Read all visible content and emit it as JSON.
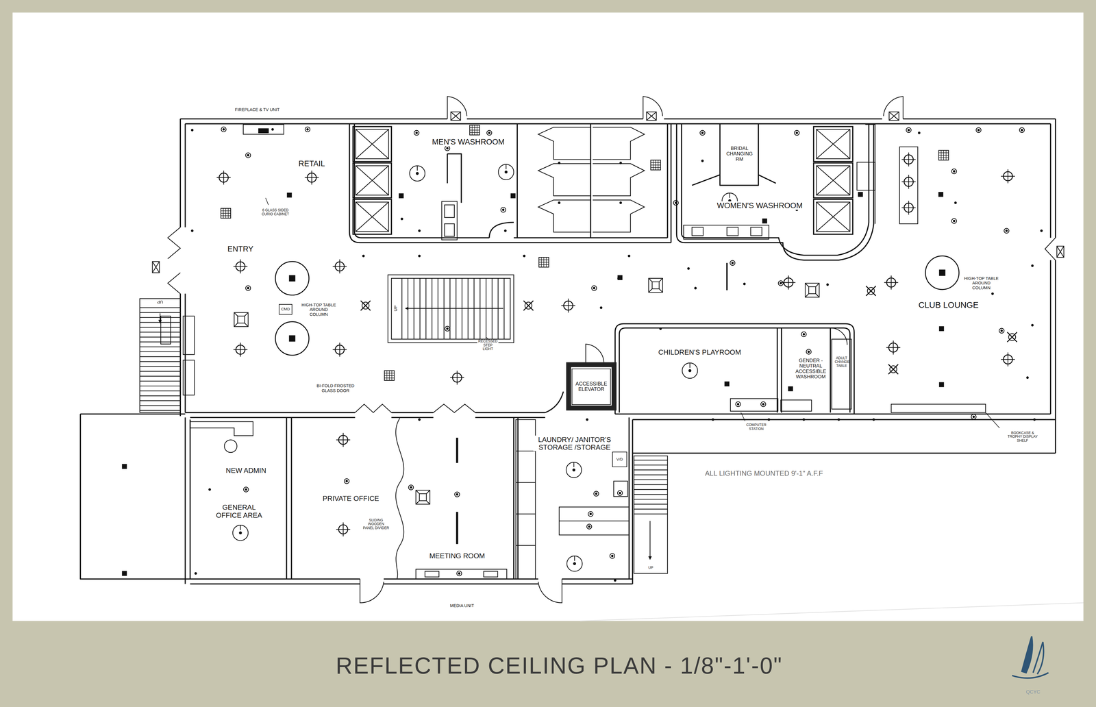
{
  "diagram": {
    "title": "REFLECTED CEILING PLAN - 1/8\"-1'-0\"",
    "nodes": [
      {
        "text": [
          "ACCESSIBLE ELEVATOR"
        ]
      },
      {
        "text": [
          "CMD"
        ]
      },
      {
        "text": [
          "V/D"
        ]
      }
    ],
    "labels": [
      "FIREPLACE & TV UNIT",
      "RETAIL",
      "MEN'S WASHROOM",
      "BRIDAL CHANGING RM",
      "WOMEN'S WASHROOM",
      "6 GLASS SIDED CURIO CABINET",
      "ENTRY",
      "HIGH-TOP TABLE AROUND COLUMN",
      "UP",
      "RECESSED STEP LIGHT",
      "HIGH-TOP TABLE AROUND COLUMN",
      "CLUB LOUNGE",
      "UP",
      "CHILDREN'S PLAYROOM",
      "GENDER -NEUTRAL ACCESSIBLE WASHROOM",
      "ADULT CHANGE TABLE",
      "BI-FOLD FROSTED GLASS DOOR",
      "NEW ADMIN",
      "GENERAL OFFICE AREA",
      "PRIVATE OFFICE",
      "SLIDING WOODEN PANEL DIVIDER",
      "MEETING ROOM",
      "LAUNDRY/ JANITOR'S STORAGE /STORAGE",
      "UP",
      "COMPUTER STATION",
      "BOOKCASE & TROPHY DISPLAY SHELF",
      "ALL LIGHTING MOUNTED 9'-1\" A.F.F",
      "MEDIA UNIT",
      "QCYC"
    ]
  }
}
